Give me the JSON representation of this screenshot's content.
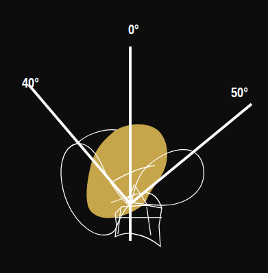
{
  "diagram": {
    "labels": [
      "0°",
      "40°",
      "50°"
    ]
  }
}
